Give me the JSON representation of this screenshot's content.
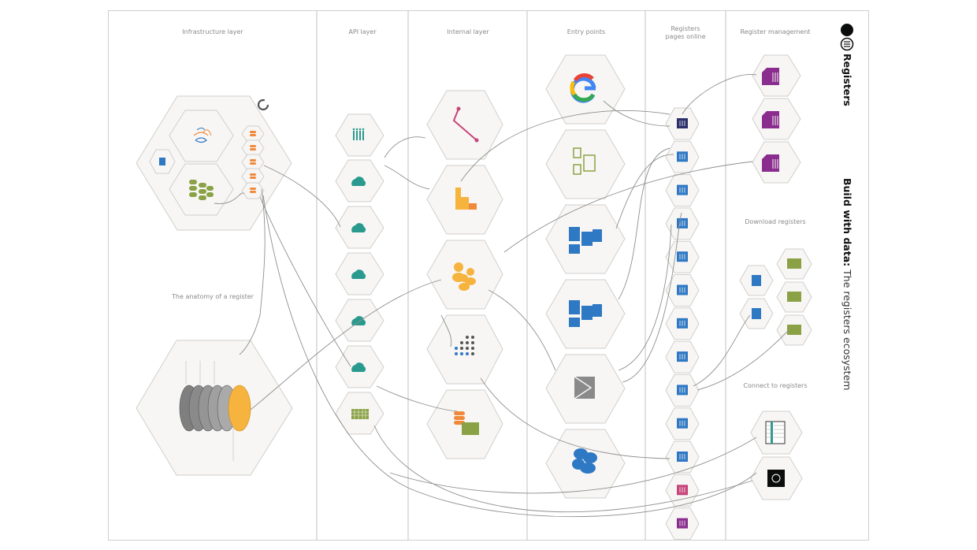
{
  "brand": {
    "name": "Registers",
    "title_bold": "Build with data:",
    "title_rest": " The registers ecosystem"
  },
  "columns": {
    "infrastructure": "Infrastructure layer",
    "api": "API layer",
    "internal": "Internal layer",
    "entry": "Entry points",
    "pages_line1": "Registers",
    "pages_line2": "pages online",
    "management": "Register management",
    "download": "Download registers",
    "connect": "Connect to registers",
    "anatomy": "The anatomy of a register"
  },
  "colors": {
    "api_teal": "#2a9a8f",
    "doc_blue": "#2f78c4",
    "mgmt_purple": "#8a2d8f",
    "data_green": "#8aa245",
    "orange": "#f08a3a",
    "yellow": "#f6b33d",
    "pink": "#c7457a",
    "navy": "#2c2f6b"
  },
  "icons": {
    "entry_google": "google-g-icon",
    "entry_mail": "envelope-icon",
    "entry_cloud": "cloud-icon",
    "internal_analytics": "bar-chart-icon",
    "internal_people": "people-icon"
  }
}
